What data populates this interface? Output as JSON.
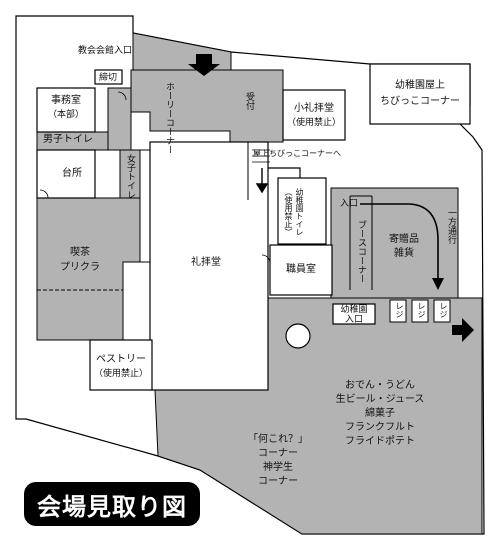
{
  "title": "会場見取り図",
  "labels": {
    "church_entrance": "教会会館入口",
    "office_1": "事務室",
    "office_2": "（本部）",
    "closed": "締切",
    "holy": "ホーリーコーナー",
    "reception": "受付",
    "small_chapel_1": "小礼拝堂",
    "small_chapel_2": "（使用禁止）",
    "kinder_roof_1": "幼稚園屋上",
    "kinder_roof_2": "ちびっこコーナー",
    "mens_toilet": "男子トイレ",
    "womens_toilet": "女子トイレ",
    "kitchen": "台所",
    "cafe_1": "喫茶",
    "cafe_2": "プリクラ",
    "sanctuary": "礼拝堂",
    "to_roof": "屋上ちびっこコーナーへ",
    "kinder_toilet_1": "幼稚園トイレ",
    "kinder_toilet_2": "（使用禁止）",
    "staff_room": "職員室",
    "entrance": "入口",
    "booth": "ブースコーナー",
    "donation_1": "寄贈品",
    "donation_2": "雑貨",
    "one_way": "一方通行",
    "kinder_entrance_1": "幼稚園",
    "kinder_entrance_2": "入口",
    "register": "レジ",
    "pastry_1": "ペストリー",
    "pastry_2": "（使用禁止）",
    "food_1": "おでん・うどん",
    "food_2": "生ビール・ジュース",
    "food_3": "綿菓子",
    "food_4": "フランクフルト",
    "food_5": "フライドポテト",
    "what_1": "「何これ？」",
    "what_2": "コーナー",
    "what_3": "神学生",
    "what_4": "コーナー"
  },
  "colors": {
    "shaded": "#b3b3b3",
    "line": "#000000",
    "badge": "#000000"
  }
}
